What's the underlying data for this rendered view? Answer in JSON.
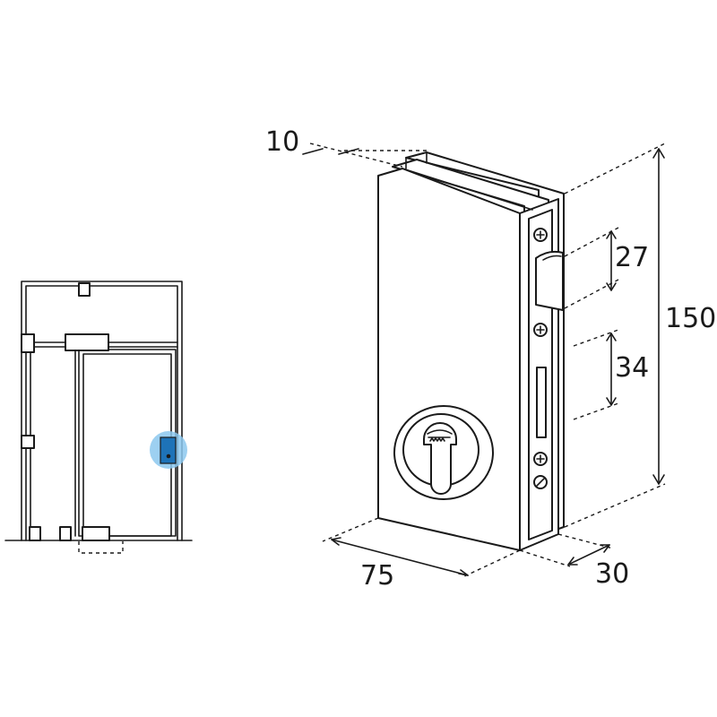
{
  "dimensions": {
    "thickness": "10",
    "height": "150",
    "latch_height": "27",
    "slot_height": "34",
    "width": "75",
    "depth": "30"
  },
  "colors": {
    "line": "#1a1a1a",
    "lock_marker": "#1e73b8",
    "lock_marker_glow": "#8cc8ee"
  }
}
